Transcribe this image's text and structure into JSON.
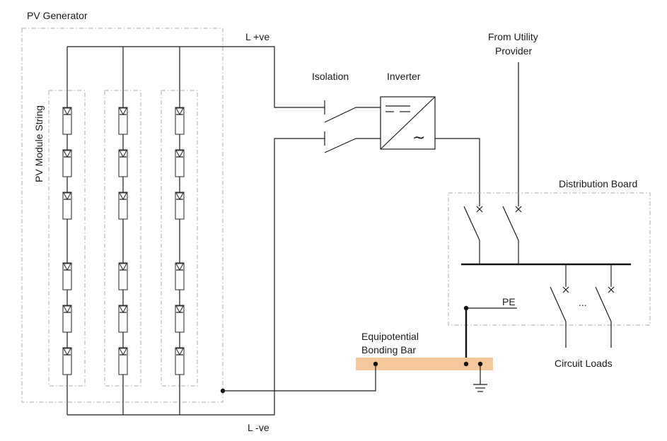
{
  "labels": {
    "pv_generator": "PV Generator",
    "pv_module_string": "PV Module String",
    "l_pos": "L +ve",
    "l_neg": "L -ve",
    "isolation": "Isolation",
    "inverter": "Inverter",
    "from_utility_line1": "From Utility",
    "from_utility_line2": "Provider",
    "distribution_board": "Distribution Board",
    "pe": "PE",
    "ebb_line1": "Equipotential",
    "ebb_line2": "Bonding Bar",
    "circuit_loads": "Circuit Loads",
    "ellipsis": "..."
  },
  "colors": {
    "bonding_bar": "#f5c89b",
    "frame_dashed": "#a8a8a8",
    "wire": "#1a1a1a"
  },
  "pv_strings": 3,
  "modules_per_string": 6,
  "load_breakers": 2
}
